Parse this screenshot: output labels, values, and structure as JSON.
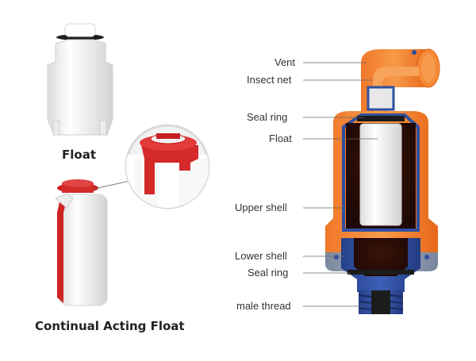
{
  "captions": {
    "float": "Float",
    "continual_float": "Continual Acting Float"
  },
  "callouts": {
    "vent": "Vent",
    "insect_net": "Insect net",
    "seal_ring_top": "Seal ring",
    "float": "Float",
    "upper_shell": "Upper shell",
    "lower_shell": "Lower shell",
    "seal_ring_bottom": "Seal ring",
    "male_thread": "male thread"
  },
  "colors": {
    "orange_shell": "#f07a2a",
    "blue_liner": "#2f4fa0",
    "red_float_parts": "#d42a2a",
    "white_float": "#f4f4f4",
    "grey_base": "#8e9cb0",
    "dark_cap": "#2a2a2a"
  }
}
